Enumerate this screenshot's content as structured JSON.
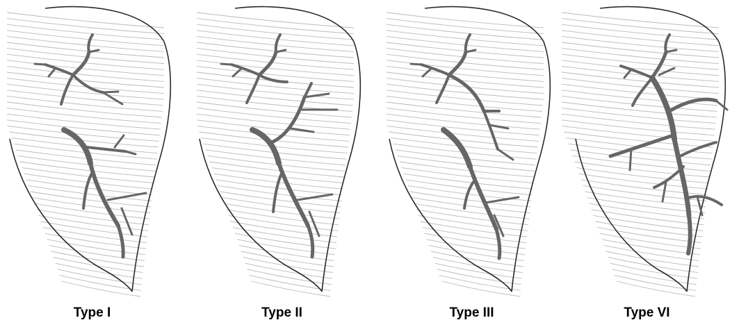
{
  "panels": [
    {
      "label": "Type I"
    },
    {
      "label": "Type II"
    },
    {
      "label": "Type III"
    },
    {
      "label": "Type VI"
    }
  ],
  "colors": {
    "vessel": "#666666",
    "fibers": "#b9b9b9",
    "outline": "#2a2a2a"
  }
}
